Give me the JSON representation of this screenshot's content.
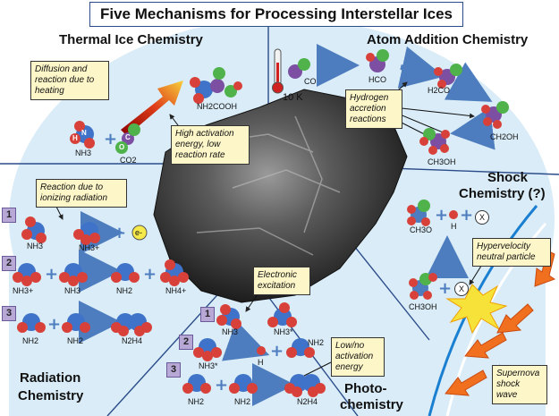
{
  "title": "Five Mechanisms for Processing Interstellar Ices",
  "sections": {
    "thermal": "Thermal Ice Chemistry",
    "atom_addition": "Atom Addition Chemistry",
    "shock_line1": "Shock",
    "shock_line2": "Chemistry (?)",
    "radiation_line1": "Radiation",
    "radiation_line2": "Chemistry",
    "photo_line1": "Photo-",
    "photo_line2": "chemistry"
  },
  "callouts": {
    "diffusion": "Diffusion and reaction due to heating",
    "activation": "High activation energy, low reaction rate",
    "hydrogen": "Hydrogen accretion reactions",
    "ionizing": "Reaction due to ionizing radiation",
    "electronic": "Electronic excitation",
    "lowno": "Low/no activation energy",
    "hypervelocity": "Hypervelocity neutral particle",
    "supernova": "Supernova shock wave"
  },
  "temperature": "10 K",
  "molecules": {
    "thermal": [
      "NH3",
      "CO2",
      "NH2COOH"
    ],
    "atom_addition": [
      "CO",
      "HCO",
      "H2CO",
      "CH3OH",
      "CH2OH"
    ],
    "shock": [
      "CH3O",
      "H",
      "X",
      "CH3OH",
      "X"
    ],
    "radiation_1": [
      "NH3",
      "NH3+",
      "e-"
    ],
    "radiation_2": [
      "NH3+",
      "NH3",
      "NH2",
      "NH4+"
    ],
    "radiation_3": [
      "NH2",
      "NH2",
      "N2H4"
    ],
    "photo_1": [
      "NH3",
      "NH3*"
    ],
    "photo_2": [
      "NH3*",
      "H",
      "NH2"
    ],
    "photo_3": [
      "NH2",
      "NH2",
      "N2H4"
    ]
  },
  "atom_letters": {
    "nitrogen": "N",
    "hydrogen": "H",
    "carbon": "C",
    "oxygen": "O"
  },
  "step_numbers": [
    "1",
    "2",
    "3"
  ],
  "colors": {
    "ice": "#d9ecf7",
    "frame": "#2b4c8a",
    "nitrogen": "#3f73c9",
    "hydrogen": "#d8413a",
    "carbon": "#7c4fa3",
    "oxygen": "#4fb24a",
    "arrow": "#4d7dbf",
    "callout": "#fdf6c8",
    "step_box": "#b7a8d6"
  }
}
